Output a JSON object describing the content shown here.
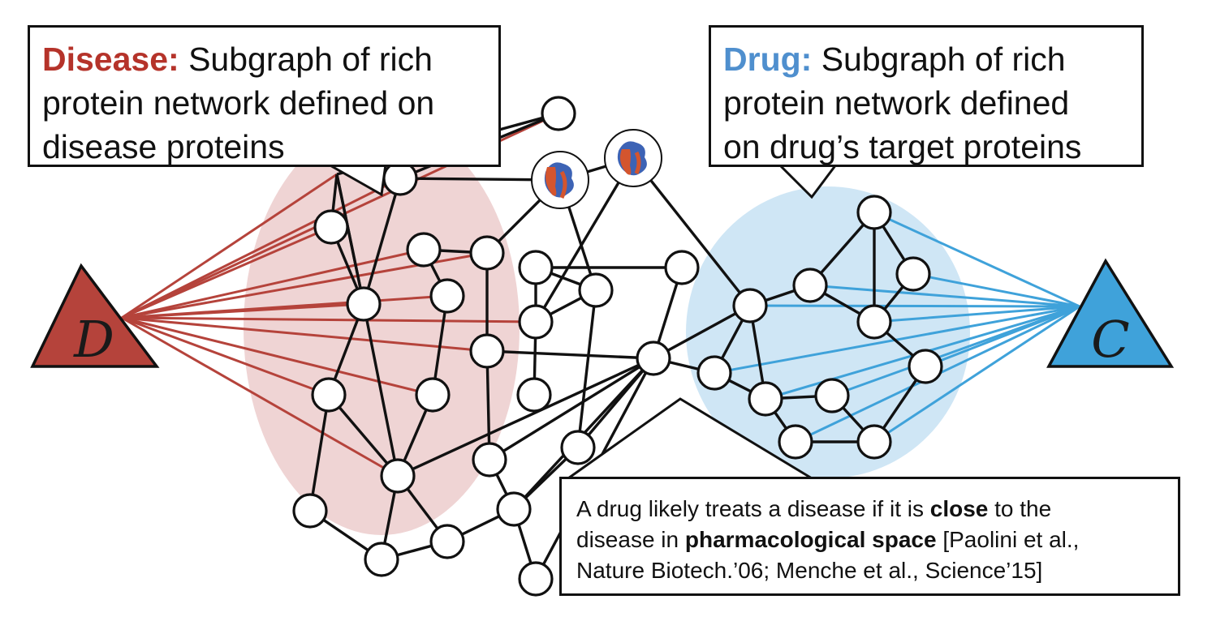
{
  "callouts": {
    "disease": {
      "keyword": "Disease:",
      "line1_rest": " Subgraph of rich",
      "line2": "protein network defined on",
      "line3": "disease proteins"
    },
    "drug": {
      "keyword": "Drug:",
      "line1_rest": " Subgraph of rich",
      "line2": "protein network defined",
      "line3": "on drug’s target proteins"
    },
    "note": {
      "l1_a": "A drug likely treats a disease if it is ",
      "l1_bold": "close",
      "l1_b": " to the",
      "l2_a": "disease in ",
      "l2_bold": "pharmacological space",
      "l2_b": " [Paolini et al.,",
      "l3": "Nature Biotech.’06; Menche et al., Science’15]"
    }
  },
  "triangles": {
    "disease": {
      "letter": "D",
      "color": "#b5433b"
    },
    "drug": {
      "letter": "C",
      "color": "#3fa2da"
    }
  },
  "colors": {
    "disease_region": "#efd4d4",
    "drug_region": "#cfe6f5",
    "disease_accent": "#b5332a",
    "drug_accent": "#4f8fce",
    "protein_red": "#d4552e",
    "protein_blue": "#3d63b5"
  }
}
